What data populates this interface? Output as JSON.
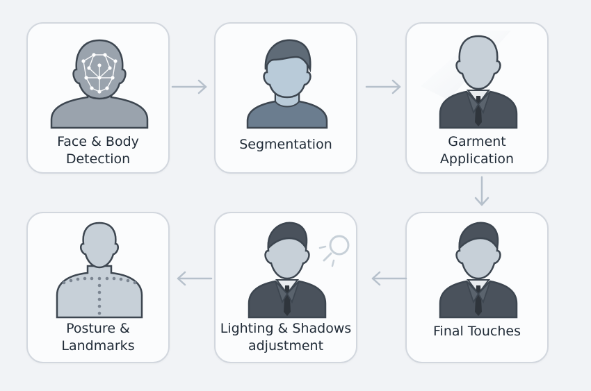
{
  "steps": [
    {
      "label": "Face & Body\nDetection",
      "icon": "face-landmark-head-icon"
    },
    {
      "label": "Segmentation",
      "icon": "segmented-person-icon"
    },
    {
      "label": "Garment\nApplication",
      "icon": "person-in-suit-icon"
    },
    {
      "label": "Final Touches",
      "icon": "person-in-suit-final-icon"
    },
    {
      "label": "Lighting & Shadows\nadjustment",
      "icon": "person-with-light-icon"
    },
    {
      "label": "Posture &\nLandmarks",
      "icon": "torso-landmarks-icon"
    }
  ],
  "colors": {
    "background": "#f1f3f6",
    "card": "#fbfcfd",
    "card_border": "#d2d7de",
    "arrow": "#b6c0cb",
    "outline": "#3d4650",
    "skin_gray": "#9aa3ad",
    "skin_light": "#c7d0d8",
    "segment_blue": "#b9cbd9",
    "suit": "#4a525c",
    "shirt": "#e9ecef"
  }
}
